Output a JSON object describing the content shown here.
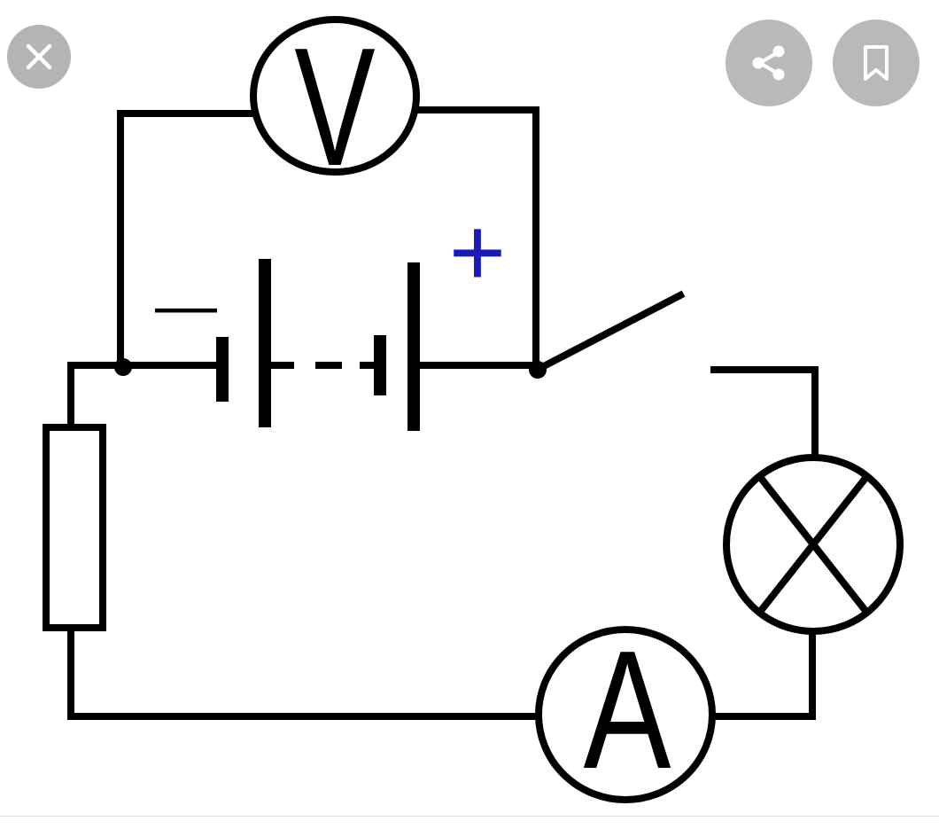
{
  "viewer": {
    "buttons": {
      "close": {
        "icon": "close-icon"
      },
      "share": {
        "icon": "share-icon"
      },
      "save": {
        "icon": "bookmark-icon"
      }
    },
    "colors": {
      "button_fill": "#b8b8b8",
      "icon": "#ffffff"
    }
  },
  "diagram": {
    "labels": {
      "voltmeter": "V",
      "ammeter": "A",
      "minus": "—",
      "plus": "+"
    },
    "components": [
      "voltmeter",
      "battery",
      "switch",
      "lamp",
      "ammeter",
      "resistor"
    ],
    "colors": {
      "wire": "#000000",
      "plus_sign": "#1a1ab8"
    }
  }
}
